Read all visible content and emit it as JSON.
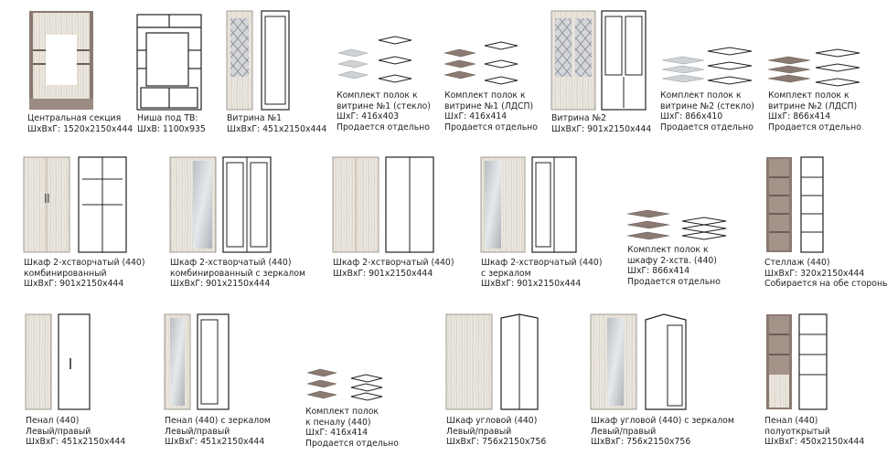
{
  "colors": {
    "ash_light": "#ece8e0",
    "ash_grain": "#c9c1b4",
    "walnut": "#8a7a72",
    "walnut_dark": "#6e5e57",
    "line": "#222222",
    "glass": "#cfd3d6",
    "glass_dark": "#a9aeb4",
    "diamond": "#9a9aa4"
  },
  "items": [
    {
      "id": "central",
      "icon": "central-section-icon",
      "lines": [
        "Центральная секция",
        "ШхВхГ: 1520х2150х444"
      ]
    },
    {
      "id": "tv",
      "icon": "tv-niche-icon",
      "lines": [
        "Ниша под ТВ:",
        "ШхВ: 1100х935"
      ]
    },
    {
      "id": "vitrina1",
      "icon": "vitrina-1-icon",
      "lines": [
        "Витрина №1",
        "ШхВхГ: 451х2150х444"
      ]
    },
    {
      "id": "shelves-v1-glass",
      "icon": "glass-shelves-icon",
      "lines": [
        "Комплект полок к",
        "витрине №1 (стекло)",
        "ШхГ: 416х403",
        "Продается отдельно"
      ]
    },
    {
      "id": "shelves-v1-ldsp",
      "icon": "ldsp-shelves-icon",
      "lines": [
        "Комплект полок к",
        "витрине №1 (ЛДСП)",
        "ШхГ: 416х414",
        "Продается отдельно"
      ]
    },
    {
      "id": "vitrina2",
      "icon": "vitrina-2-icon",
      "lines": [
        "Витрина №2",
        "ШхВхГ: 901х2150х444"
      ]
    },
    {
      "id": "shelves-v2-glass",
      "icon": "glass-shelves-icon",
      "lines": [
        "Комплект полок к",
        "витрине №2 (стекло)",
        "ШхГ: 866х410",
        "Продается отдельно"
      ]
    },
    {
      "id": "shelves-v2-ldsp",
      "icon": "ldsp-shelves-icon",
      "lines": [
        "Комплект полок к",
        "витрине №2 (ЛДСП)",
        "ШхГ: 866х414",
        "Продается отдельно"
      ]
    },
    {
      "id": "wardrobe-comb",
      "icon": "wardrobe-combined-icon",
      "lines": [
        "Шкаф 2-хстворчатый (440)",
        "комбинированный",
        "ШхВхГ: 901х2150х444"
      ]
    },
    {
      "id": "wardrobe-comb-mirror",
      "icon": "wardrobe-combined-mirror-icon",
      "lines": [
        "Шкаф 2-хстворчатый (440)",
        "комбинированный с зеркалом",
        "ШхВхГ: 901х2150х444"
      ]
    },
    {
      "id": "wardrobe",
      "icon": "wardrobe-icon",
      "lines": [
        "Шкаф 2-хстворчатый (440)",
        "ШхВхГ: 901х2150х444"
      ]
    },
    {
      "id": "wardrobe-mirror",
      "icon": "wardrobe-mirror-icon",
      "lines": [
        "Шкаф 2-хстворчатый (440)",
        "с зеркалом",
        "ШхВхГ: 901х2150х444"
      ]
    },
    {
      "id": "shelves-wardrobe",
      "icon": "wardrobe-shelves-icon",
      "lines": [
        "Комплект полок к",
        "шкафу 2-хств. (440)",
        "ШхГ: 866х414",
        "Продается  отдельно"
      ]
    },
    {
      "id": "rack",
      "icon": "rack-icon",
      "lines": [
        "Стеллаж (440)",
        "ШхВхГ: 320х2150х444",
        "Собирается на обе стороны"
      ]
    },
    {
      "id": "penal",
      "icon": "penal-icon",
      "lines": [
        "Пенал (440)",
        "Левый/правый",
        "ШхВхГ: 451х2150х444"
      ]
    },
    {
      "id": "penal-mirror",
      "icon": "penal-mirror-icon",
      "lines": [
        "Пенал (440) с зеркалом",
        "Левый/правый",
        "ШхВхГ: 451х2150х444"
      ]
    },
    {
      "id": "shelves-penal",
      "icon": "penal-shelves-icon",
      "lines": [
        "Комплект полок",
        "к пеналу (440)",
        "ШхГ: 416х414",
        "Продается отдельно"
      ]
    },
    {
      "id": "corner",
      "icon": "corner-wardrobe-icon",
      "lines": [
        "Шкаф угловой (440)",
        "Левый/правый",
        "ШхВхГ: 756х2150х756"
      ]
    },
    {
      "id": "corner-mirror",
      "icon": "corner-wardrobe-mirror-icon",
      "lines": [
        "Шкаф угловой (440) с зеркалом",
        "Левый/правый",
        "ШхВхГ: 756х2150х756"
      ]
    },
    {
      "id": "penal-open",
      "icon": "penal-half-open-icon",
      "lines": [
        "Пенал (440)",
        "полуоткрытый",
        "ШхВхГ: 450х2150х444"
      ]
    }
  ]
}
